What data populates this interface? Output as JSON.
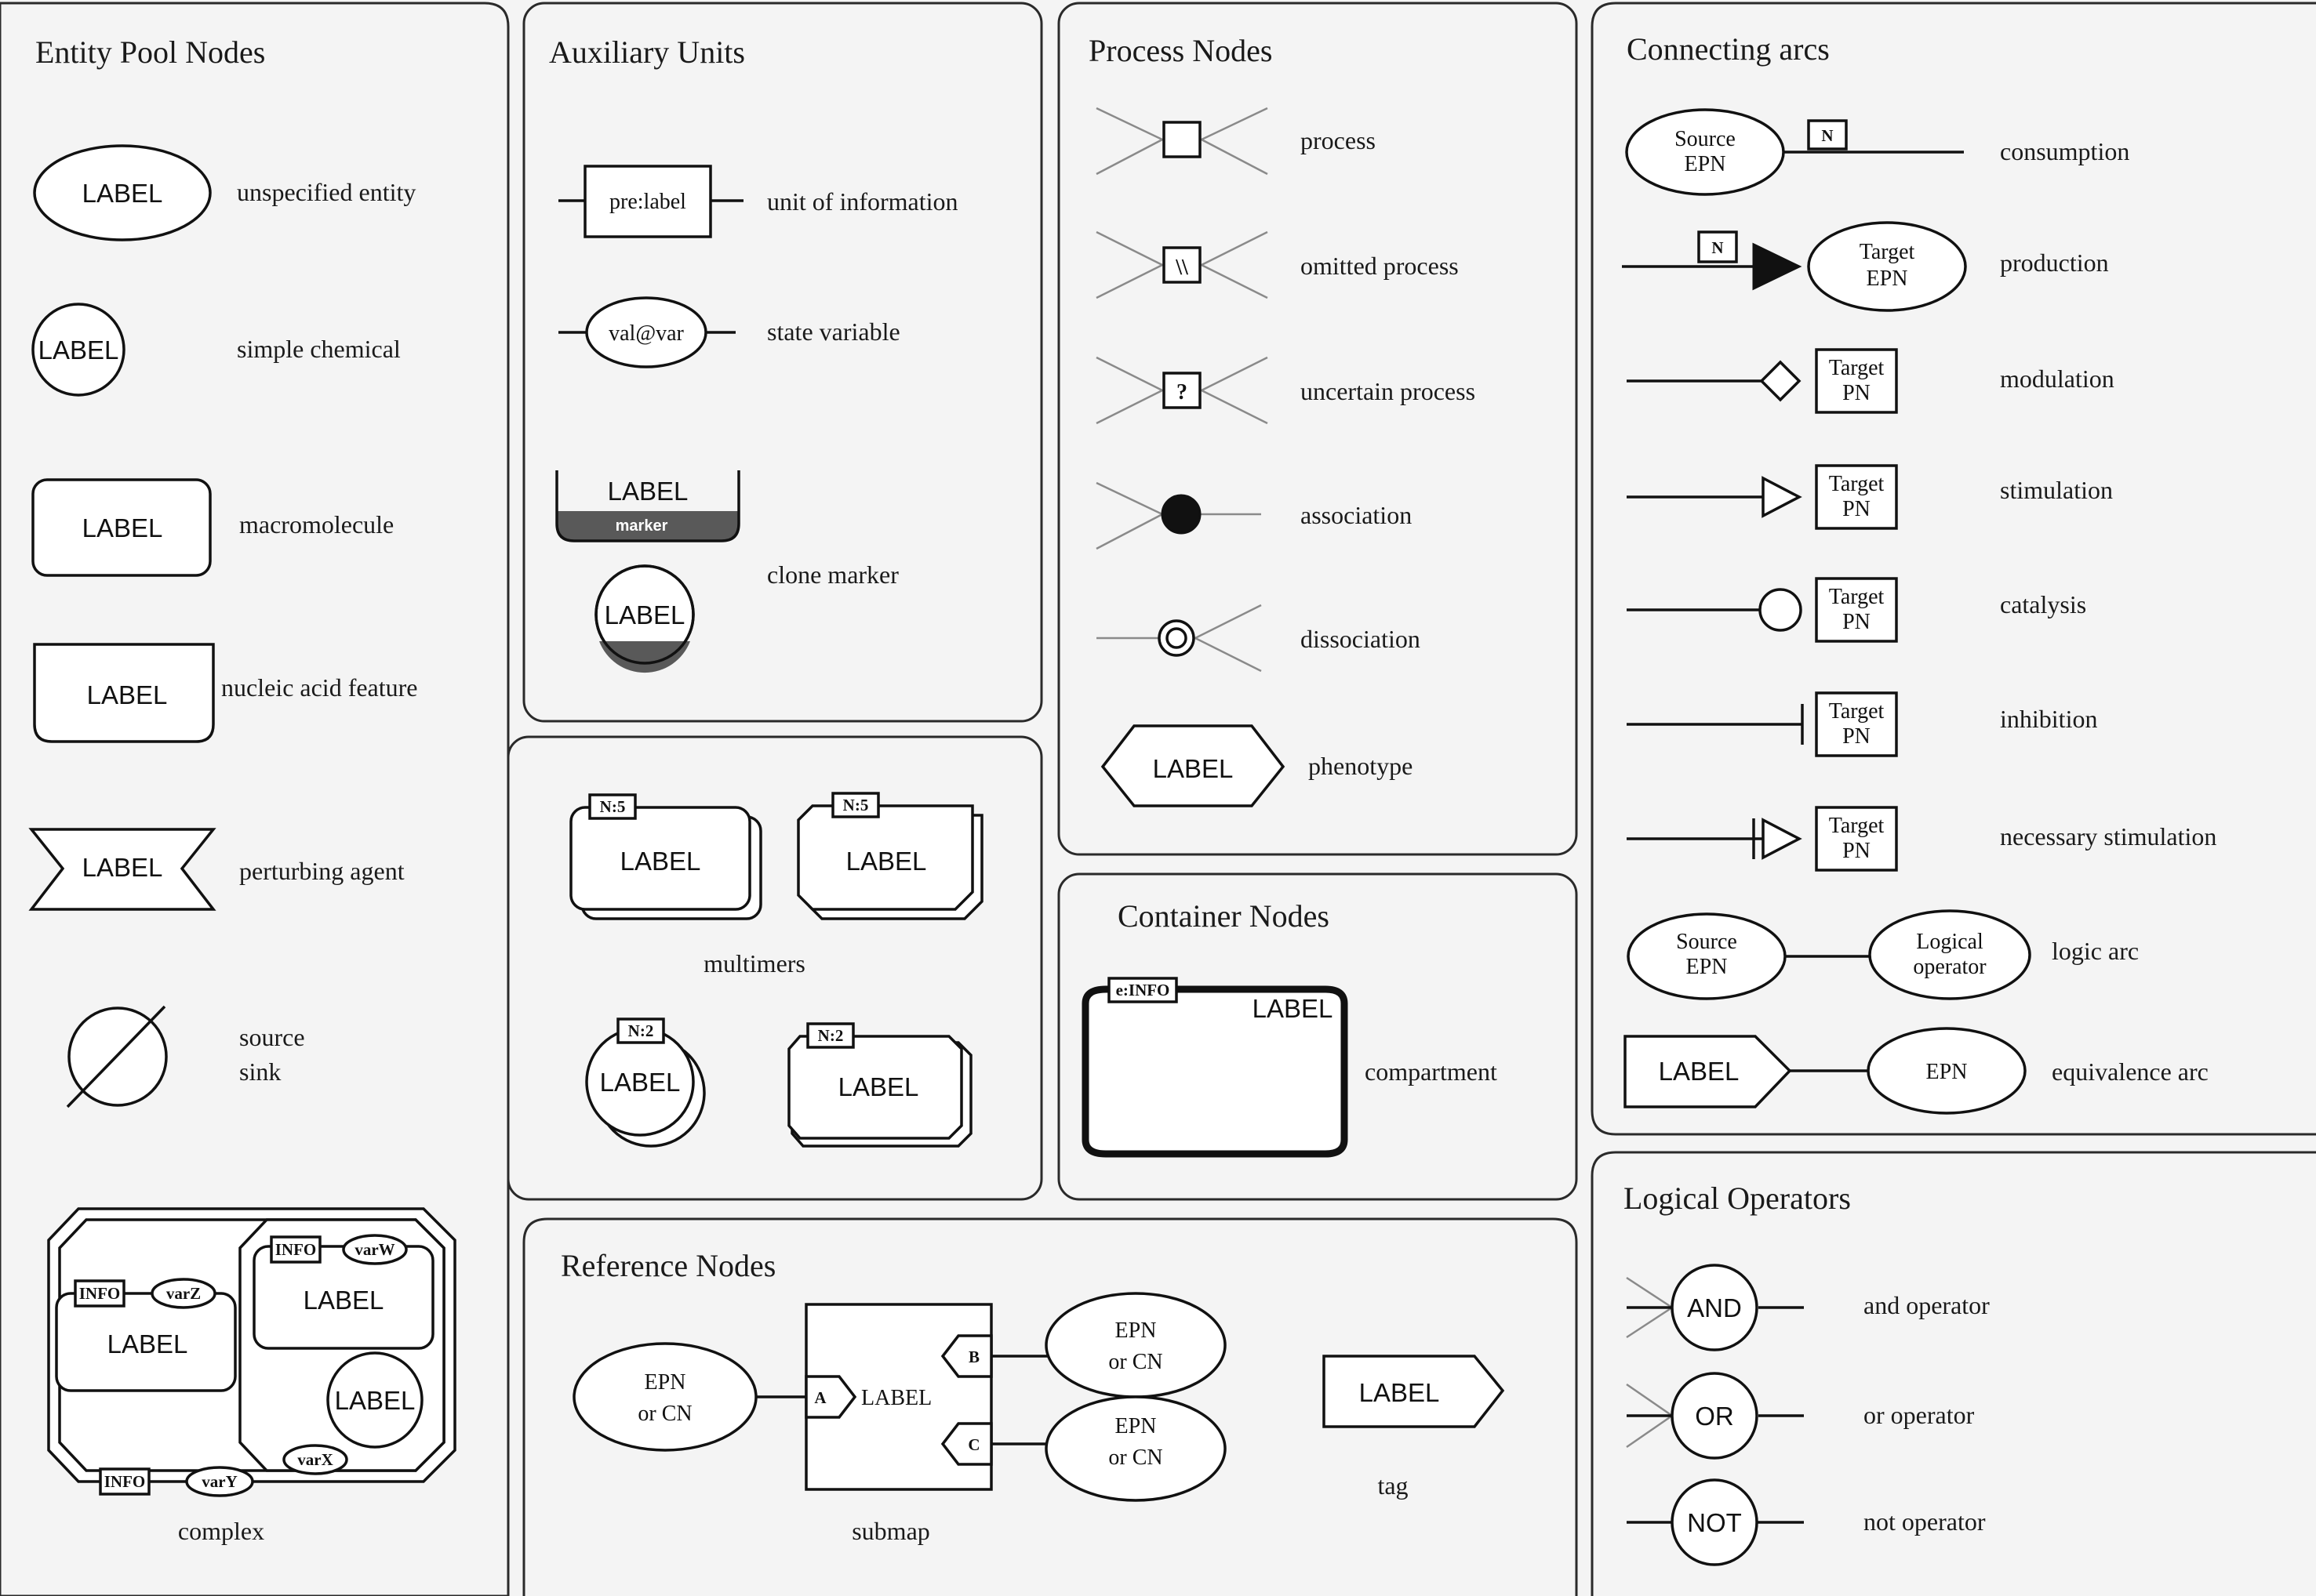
{
  "colors": {
    "background": "#f4f4f4",
    "line": "#111111",
    "clone_marker_fill": "#595959",
    "grey_arc": "#8a8a8a"
  },
  "entity_pool": {
    "title": "Entity Pool Nodes",
    "unspecified_shape": "LABEL",
    "unspecified_desc": "unspecified entity",
    "chemical_shape": "LABEL",
    "chemical_desc": "simple chemical",
    "macro_shape": "LABEL",
    "macro_desc": "macromolecule",
    "nucleic_shape": "LABEL",
    "nucleic_desc": "nucleic acid feature",
    "perturbing_shape": "LABEL",
    "perturbing_desc": "perturbing agent",
    "source_desc": "source",
    "sink_desc": "sink",
    "complex_inner1_label": "LABEL",
    "complex_inner1_info": "INFO",
    "complex_inner1_var": "varZ",
    "complex_inner2_label": "LABEL",
    "complex_inner2_info": "INFO",
    "complex_inner2_var": "varW",
    "complex_chem_label": "LABEL",
    "complex_inner_var": "varX",
    "complex_info": "INFO",
    "complex_var": "varY",
    "complex_desc": "complex"
  },
  "auxiliary": {
    "title": "Auxiliary Units",
    "unit_info_shape": "pre:label",
    "unit_info_desc": "unit of information",
    "state_var_shape": "val@var",
    "state_var_desc": "state variable",
    "clone_label": "LABEL",
    "clone_marker": "marker",
    "clone_chem_label": "LABEL",
    "clone_desc": "clone marker"
  },
  "multimers": {
    "macro_card": "N:5",
    "macro_label": "LABEL",
    "nucleic_card": "N:5",
    "nucleic_label": "LABEL",
    "chem_card": "N:2",
    "chem_label": "LABEL",
    "complex_card": "N:2",
    "complex_label": "LABEL",
    "desc": "multimers"
  },
  "process": {
    "title": "Process Nodes",
    "omitted_glyph": "\\\\",
    "uncertain_glyph": "?",
    "phenotype_label": "LABEL",
    "descs": [
      "process",
      "omitted process",
      "uncertain process",
      "association",
      "dissociation",
      "phenotype"
    ]
  },
  "container": {
    "title": "Container Nodes",
    "info": "e:INFO",
    "label": "LABEL",
    "desc": "compartment"
  },
  "reference": {
    "title": "Reference Nodes",
    "epn_line1": "EPN",
    "epn_line2": "or CN",
    "port_a": "A",
    "port_b": "B",
    "port_c": "C",
    "submap_label": "LABEL",
    "submap_desc": "submap",
    "tag_label": "LABEL",
    "tag_desc": "tag"
  },
  "arcs": {
    "title": "Connecting arcs",
    "source_line1": "Source",
    "source_line2": "EPN",
    "target_line1": "Target",
    "target_epn_line2": "EPN",
    "target_pn_line2": "PN",
    "stoich": "N",
    "logical_line1": "Logical",
    "logical_line2": "operator",
    "equiv_label": "LABEL",
    "equiv_epn": "EPN",
    "descs": [
      "consumption",
      "production",
      "modulation",
      "stimulation",
      "catalysis",
      "inhibition",
      "necessary stimulation",
      "logic arc",
      "equivalence arc"
    ]
  },
  "logic": {
    "title": "Logical Operators",
    "and_label": "AND",
    "and_desc": "and operator",
    "or_label": "OR",
    "or_desc": "or operator",
    "not_label": "NOT",
    "not_desc": "not operator"
  }
}
